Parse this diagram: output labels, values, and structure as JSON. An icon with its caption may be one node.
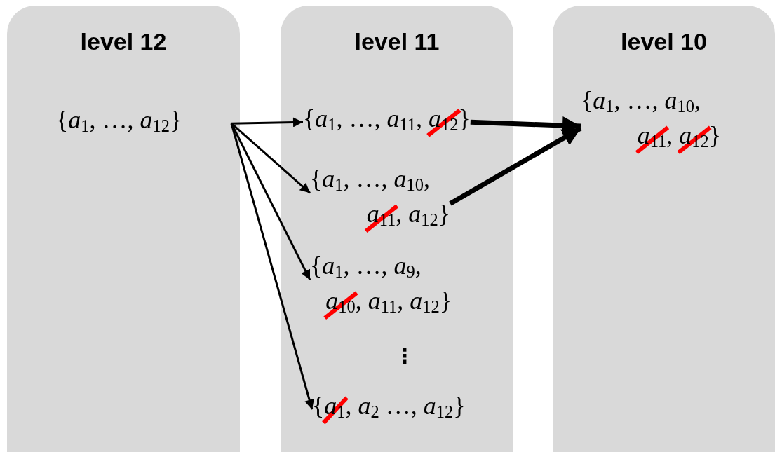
{
  "diagram": {
    "nodes": [
      {
        "text": [
          "level 12"
        ]
      },
      {
        "text": [
          "{*a*$_{1}$, …, *a*$_{12}$}"
        ],
        "in": 0
      },
      {
        "text": [
          "level 11"
        ]
      },
      {
        "text": [
          "{*a*$_{1}$, …, *a*$_{11}$, *a*$_{12}$}"
        ],
        "in": 2
      },
      {
        "text": [
          "{*a*$_{1}$, …, *a*$_{10}$, *a*$_{11}$, *a*$_{12}$}"
        ],
        "in": 2
      },
      {
        "text": [
          "{*a*$_{1}$, …, *a*$_{9}$, *a*$_{10}$, *a*$_{11}$, *a*$_{12}$}"
        ],
        "in": 2
      },
      {
        "text": [
          "{*a*$_{1}$, *a*$_{2}$ …, *a*$_{12}$}"
        ],
        "in": 2
      },
      {
        "text": [
          "level 10"
        ]
      },
      {
        "text": [
          "{*a*$_{1}$, …, *a*$_{10}$, *a*$_{11}$, *a*$_{12}$}"
        ],
        "in": 7
      }
    ],
    "edges": [
      {
        "from": 1,
        "to": 3,
        "arrow": "to"
      },
      {
        "from": 1,
        "to": 4,
        "arrow": "to"
      },
      {
        "from": 1,
        "to": 5,
        "arrow": "to"
      },
      {
        "from": 1,
        "to": 6,
        "arrow": "to"
      },
      {
        "from": 3,
        "to": 8,
        "arrow": "to",
        "style": "thick"
      },
      {
        "from": 4,
        "to": 8,
        "arrow": "to",
        "style": "thick"
      }
    ],
    "labels": [
      "⋮"
    ]
  }
}
